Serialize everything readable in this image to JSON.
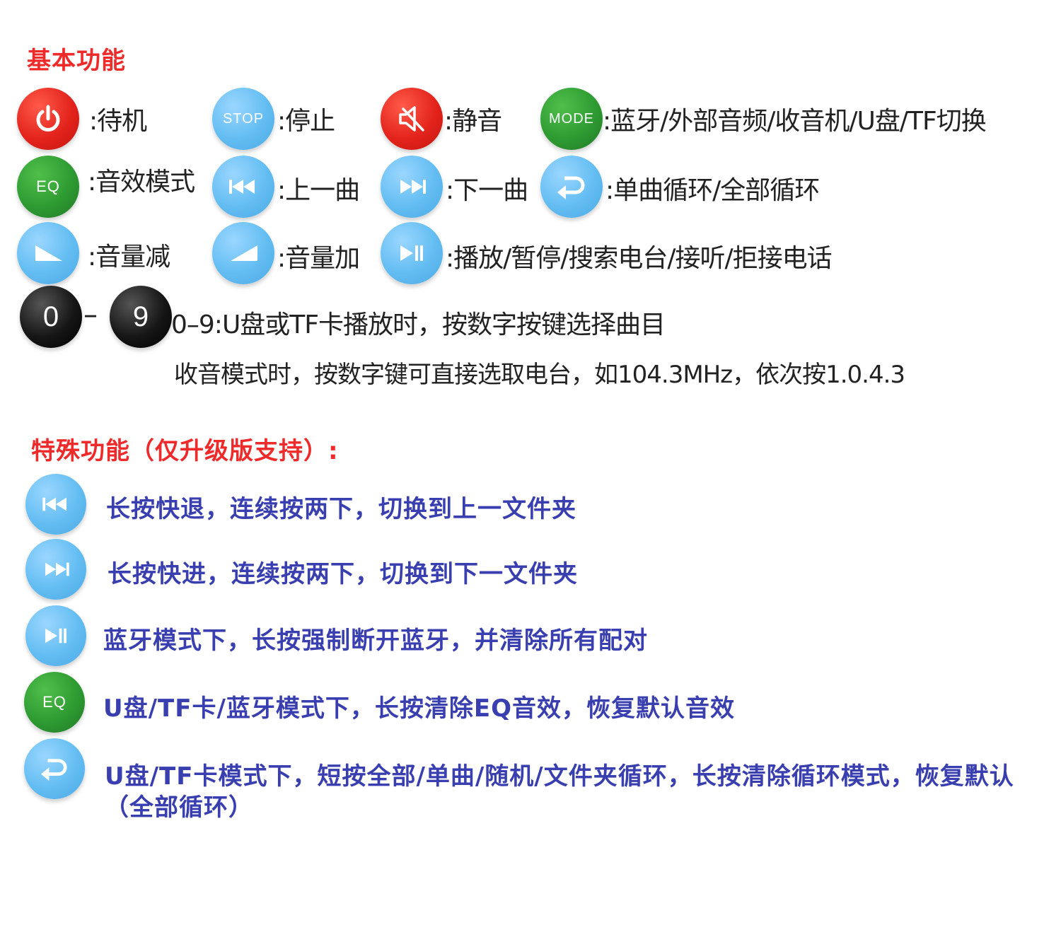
{
  "basic": {
    "title": "基本功能",
    "buttons": [
      {
        "icon": "power-icon",
        "label": ":待机"
      },
      {
        "icon": "stop-icon",
        "icon_text": "STOP",
        "label": ":停止"
      },
      {
        "icon": "mute-icon",
        "label": ":静音"
      },
      {
        "icon": "mode-icon",
        "icon_text": "MODE",
        "label": ":蓝牙/外部音频/收音机/U盘/TF切换"
      },
      {
        "icon": "eq-icon",
        "icon_text": "EQ",
        "label": ":音效模式"
      },
      {
        "icon": "previous-icon",
        "label": ":上一曲"
      },
      {
        "icon": "next-icon",
        "label": ":下一曲"
      },
      {
        "icon": "repeat-icon",
        "label": ":单曲循环/全部循环"
      },
      {
        "icon": "volume-down-icon",
        "label": ":音量减"
      },
      {
        "icon": "volume-up-icon",
        "label": ":音量加"
      },
      {
        "icon": "play-pause-icon",
        "label": ":播放/暂停/搜索电台/接听/拒接电话"
      }
    ],
    "digits": {
      "first": "0",
      "dash": "–",
      "last": "9",
      "label": "0–9:U盘或TF卡播放时，按数字按键选择曲目",
      "note": "收音模式时，按数字键可直接选取电台，如104.3MHz，依次按1.0.4.3"
    }
  },
  "special": {
    "title": "特殊功能（仅升级版支持）:",
    "items": [
      {
        "icon": "previous-icon",
        "text": "长按快退，连续按两下，切换到上一文件夹"
      },
      {
        "icon": "next-icon",
        "text": "长按快进，连续按两下，切换到下一文件夹"
      },
      {
        "icon": "play-pause-icon",
        "text": "蓝牙模式下，长按强制断开蓝牙，并清除所有配对"
      },
      {
        "icon": "eq-icon",
        "icon_text": "EQ",
        "text": "U盘/TF卡/蓝牙模式下，长按清除EQ音效，恢复默认音效"
      },
      {
        "icon": "repeat-icon",
        "text": "U盘/TF卡模式下，短按全部/单曲/随机/文件夹循环，长按清除循环模式，恢复默认（全部循环）"
      }
    ]
  },
  "colors": {
    "title_red": "#ee2a2a",
    "special_text": "#3a3fb0",
    "button_red": "#e3241c",
    "button_blue": "#63bdf2",
    "button_green": "#2e9b32",
    "button_black": "#161616"
  }
}
